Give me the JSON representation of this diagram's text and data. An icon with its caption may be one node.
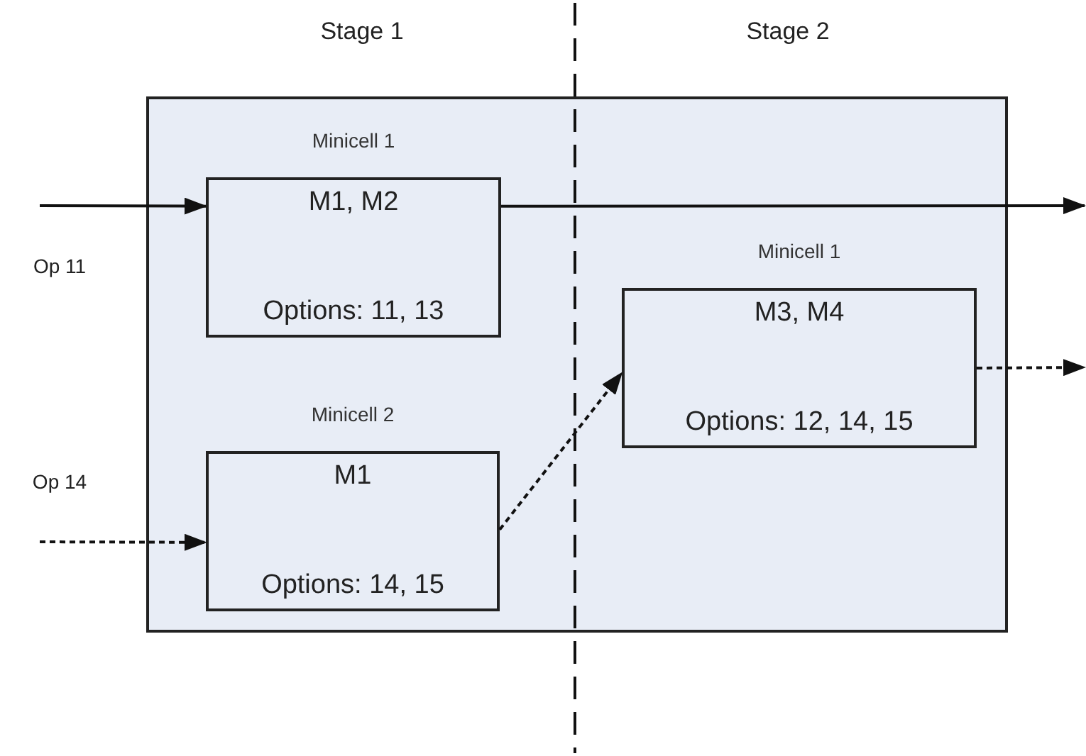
{
  "diagram": {
    "nodes": [
      {
        "text": [],
        "shape": "box"
      },
      {
        "text": [
          "M1, M2",
          "Options: 11, 13"
        ],
        "in": 0,
        "beside": [
          "Minicell 1"
        ]
      },
      {
        "text": [
          "M1",
          "Options: 14, 15"
        ],
        "in": 0,
        "beside": [
          "Minicell 2"
        ]
      },
      {
        "text": [
          "M3, M4",
          "Options: 12, 14, 15"
        ],
        "in": 0,
        "beside": [
          "Minicell 1"
        ]
      }
    ],
    "edges": [
      {
        "from": null,
        "to": 1,
        "arrow": "to"
      },
      {
        "from": 1,
        "to": null,
        "arrow": "to"
      },
      {
        "from": null,
        "to": 2,
        "arrow": "to",
        "style": "dashed"
      },
      {
        "from": 2,
        "to": 3,
        "arrow": "to",
        "style": "dashed"
      },
      {
        "from": 3,
        "to": null,
        "arrow": "to",
        "style": "dashed"
      }
    ],
    "labels": [
      "Stage 1",
      "Stage 2",
      "Op 11",
      "Op 14"
    ]
  }
}
